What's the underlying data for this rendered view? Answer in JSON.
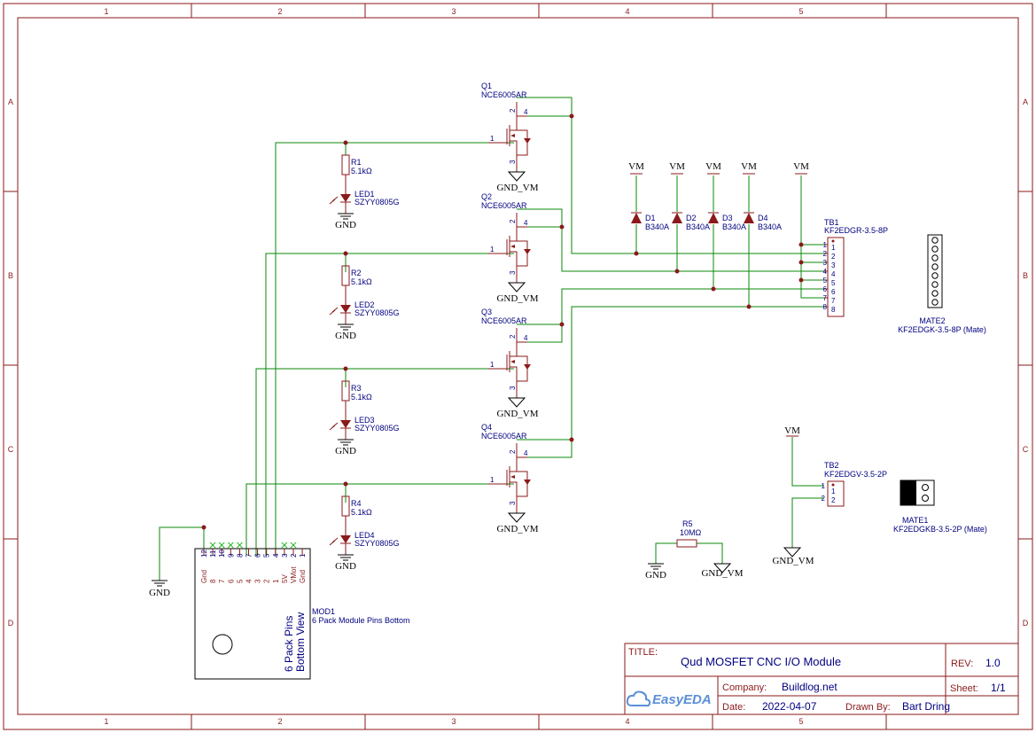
{
  "zones": {
    "columns": [
      "1",
      "2",
      "3",
      "4",
      "5"
    ],
    "rows": [
      "A",
      "B",
      "C",
      "D"
    ]
  },
  "title_block": {
    "title_label": "TITLE:",
    "title": "Qud MOSFET CNC I/O Module",
    "rev_label": "REV:",
    "rev": "1.0",
    "company_label": "Company:",
    "company": "Buildlog.net",
    "sheet_label": "Sheet:",
    "sheet": "1/1",
    "date_label": "Date:",
    "date": "2022-04-07",
    "drawn_label": "Drawn By:",
    "drawn_by": "Bart Dring",
    "logo": "EasyEDA"
  },
  "mosfets": [
    {
      "ref": "Q1",
      "part": "NCE6005AR",
      "gnd": "GND_VM"
    },
    {
      "ref": "Q2",
      "part": "NCE6005AR",
      "gnd": "GND_VM"
    },
    {
      "ref": "Q3",
      "part": "NCE6005AR",
      "gnd": "GND_VM"
    },
    {
      "ref": "Q4",
      "part": "NCE6005AR",
      "gnd": "GND_VM"
    }
  ],
  "mosfet_pins": {
    "gate": "1",
    "drain": "2",
    "tab": "4",
    "source": "3"
  },
  "resistors": [
    {
      "ref": "R1",
      "value": "5.1kΩ"
    },
    {
      "ref": "R2",
      "value": "5.1kΩ"
    },
    {
      "ref": "R3",
      "value": "5.1kΩ"
    },
    {
      "ref": "R4",
      "value": "5.1kΩ"
    }
  ],
  "leds": [
    {
      "ref": "LED1",
      "part": "SZYY0805G",
      "gnd": "GND"
    },
    {
      "ref": "LED2",
      "part": "SZYY0805G",
      "gnd": "GND"
    },
    {
      "ref": "LED3",
      "part": "SZYY0805G",
      "gnd": "GND"
    },
    {
      "ref": "LED4",
      "part": "SZYY0805G",
      "gnd": "GND"
    }
  ],
  "diodes": [
    {
      "ref": "D1",
      "part": "B340A",
      "net": "VM"
    },
    {
      "ref": "D2",
      "part": "B340A",
      "net": "VM"
    },
    {
      "ref": "D3",
      "part": "B340A",
      "net": "VM"
    },
    {
      "ref": "D4",
      "part": "B340A",
      "net": "VM"
    }
  ],
  "tb1": {
    "ref": "TB1",
    "part": "KF2EDGR-3.5-8P",
    "net": "VM",
    "pins_left": [
      "1",
      "2",
      "3",
      "4",
      "5",
      "6",
      "7",
      "8"
    ],
    "pins_right": [
      "1",
      "2",
      "3",
      "4",
      "5",
      "6",
      "7",
      "8"
    ]
  },
  "mate2": {
    "ref": "MATE2",
    "part": "KF2EDGK-3.5-8P (Mate)"
  },
  "tb2": {
    "ref": "TB2",
    "part": "KF2EDGV-3.5-2P",
    "net_top": "VM",
    "net_bottom": "GND_VM",
    "pins_left": [
      "1",
      "2"
    ],
    "pins_right": [
      "1",
      "2"
    ]
  },
  "mate1": {
    "ref": "MATE1",
    "part": "KF2EDGKB-3.5-2P (Mate)"
  },
  "r5": {
    "ref": "R5",
    "value": "10MΩ",
    "net_left": "GND",
    "net_right": "GND_VM"
  },
  "mod1": {
    "ref": "MOD1",
    "part": "6 Pack Module Pins Bottom",
    "body_line1": "6 Pack Pins",
    "body_line2": "Bottom View",
    "pin_numbers": [
      "12",
      "11",
      "10",
      "9",
      "8",
      "7",
      "6",
      "5",
      "4",
      "3",
      "2",
      "1"
    ],
    "pin_names": [
      "Gnd",
      "8",
      "7",
      "6",
      "5",
      "4",
      "3",
      "2",
      "1",
      "5V",
      "VMot",
      "Gnd"
    ],
    "gnd": "GND"
  }
}
